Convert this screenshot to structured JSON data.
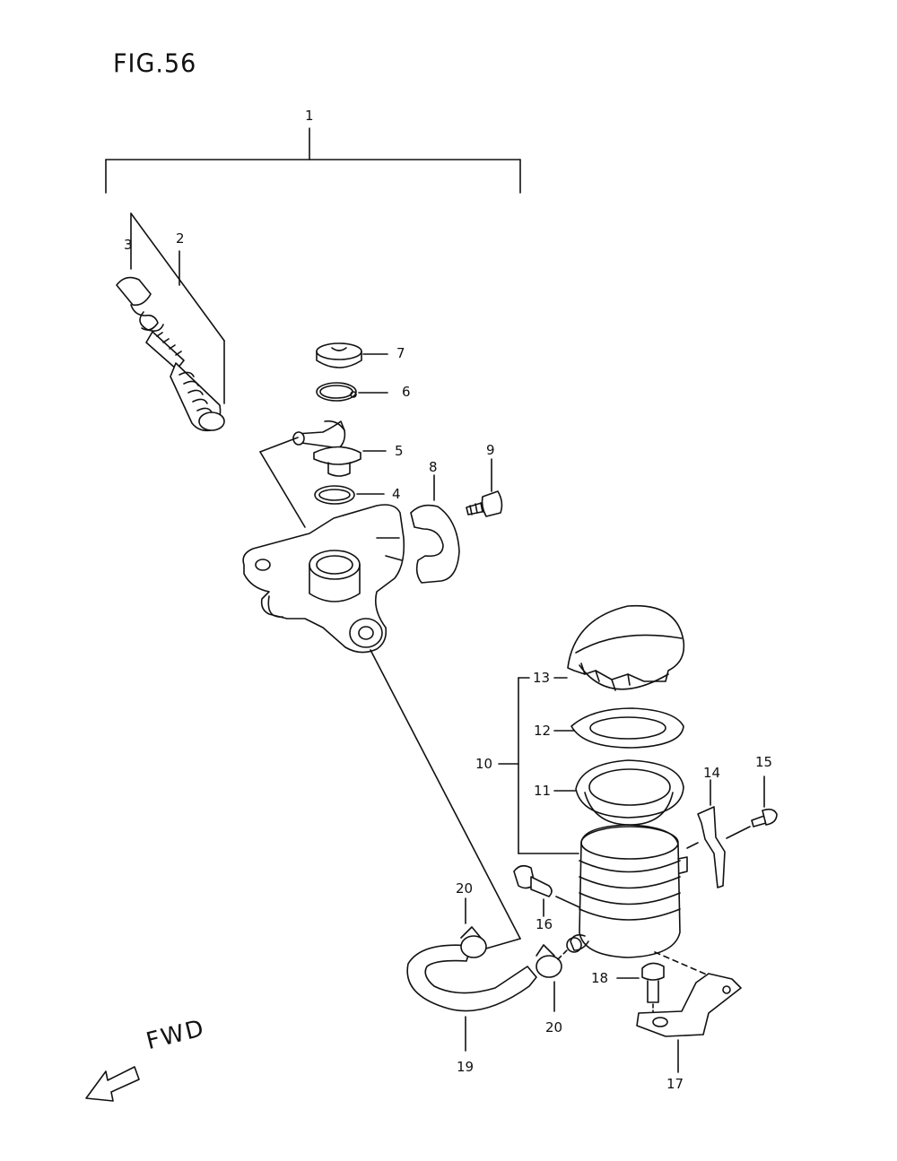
{
  "figure": {
    "title": "FIG.56"
  },
  "direction": {
    "label": "FWD",
    "icon": "arrow-forward-icon"
  },
  "callouts": {
    "c1": "1",
    "c2": "2",
    "c3": "3",
    "c4": "4",
    "c5": "5",
    "c6": "6",
    "c7": "7",
    "c8": "8",
    "c9": "9",
    "c10": "10",
    "c11": "11",
    "c12": "12",
    "c13": "13",
    "c14": "14",
    "c15": "15",
    "c16": "16",
    "c17": "17",
    "c18": "18",
    "c19": "19",
    "c20a": "20",
    "c20b": "20"
  },
  "colors": {
    "ink": "#111111",
    "paper": "#ffffff"
  }
}
